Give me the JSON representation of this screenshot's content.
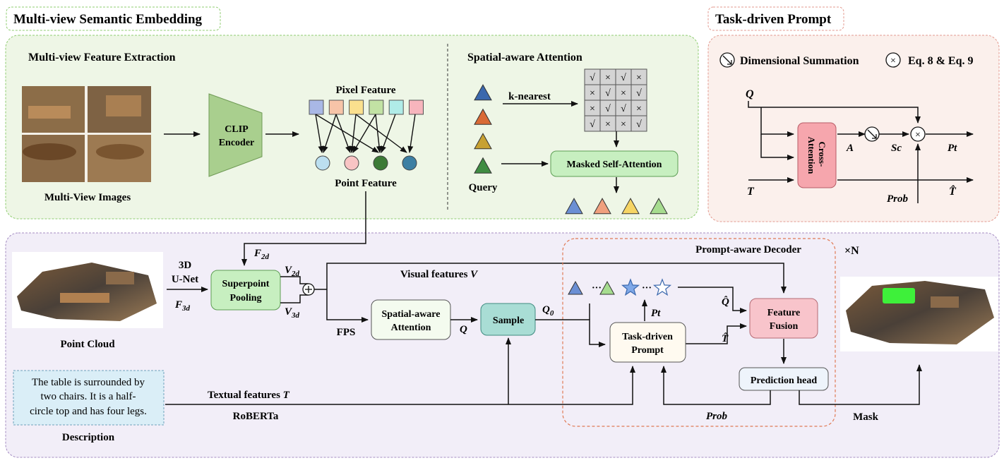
{
  "sections": {
    "semantic_embedding": "Multi-view Semantic Embedding",
    "task_prompt": "Task-driven Prompt",
    "feature_extraction": "Multi-view Feature Extraction",
    "spatial_attention": "Spatial-aware Attention"
  },
  "labels": {
    "multi_view_images": "Multi-View Images",
    "clip_line1": "CLIP",
    "clip_line2": "Encoder",
    "pixel_feature": "Pixel Feature",
    "point_feature": "Point Feature",
    "k_nearest": "k-nearest",
    "query": "Query",
    "masked_self_attention": "Masked Self-Attention",
    "matrix": [
      [
        "√",
        "×",
        "√",
        "×"
      ],
      [
        "×",
        "√",
        "×",
        "√"
      ],
      [
        "×",
        "√",
        "√",
        "×"
      ],
      [
        "√",
        "×",
        "×",
        "√"
      ]
    ],
    "dim_sum": "Dimensional Summation",
    "eq": "Eq. 8 & Eq. 9",
    "tp_Q": "Q",
    "tp_T": "T",
    "tp_cross1": "Cross-",
    "tp_cross2": "Attention",
    "tp_A": "A",
    "tp_Sc": "Sc",
    "tp_Pt": "Pt",
    "tp_Prob": "Prob",
    "tp_That": "T̂",
    "point_cloud": "Point Cloud",
    "unet_line1": "3D",
    "unet_line2": "U-Net",
    "f3d": "F3d",
    "f2d": "F2d",
    "superpoint_line1": "Superpoint",
    "superpoint_line2": "Pooling",
    "v2d": "V2d",
    "v3d": "V3d",
    "visual_features": "Visual features V",
    "fps": "FPS",
    "sa_line1": "Spatial-aware",
    "sa_line2": "Attention",
    "q": "Q",
    "sample": "Sample",
    "q0": "Q0",
    "decoder_title": "Prompt-aware Decoder",
    "times_n": "×N",
    "dots": "···",
    "pt": "Pt",
    "qhat": "Q̂",
    "that": "T̂",
    "tdp_line1": "Task-driven",
    "tdp_line2": "Prompt",
    "ff_line1": "Feature",
    "ff_line2": "Fusion",
    "prediction_head": "Prediction head",
    "prob": "Prob",
    "mask": "Mask",
    "description_lines": [
      "The table is surrounded by",
      "two chairs. It is a half-",
      "circle top and has four legs."
    ],
    "description": "Description",
    "textual_features": "Textual features T",
    "roberta": "RoBERTa"
  },
  "colors": {
    "top_panel": "#eef6e6",
    "top_border": "#8fcc70",
    "right_panel": "#fbf0ec",
    "right_border": "#e39a8f",
    "bottom_panel": "#f2eef8",
    "bottom_border": "#a48cc2",
    "clip": "#a9cf8e",
    "green_box": "#c7efc0",
    "sample_box": "#a9ddd5",
    "feature_fusion": "#f8c4cb",
    "cross_attention": "#f6a6ad",
    "description_box": "#daeef7"
  },
  "pixel_colors": [
    "#a9b8e6",
    "#f7c4a8",
    "#fbe08e",
    "#c2e2a4",
    "#b0ece8",
    "#f7b5bd"
  ],
  "point_colors": [
    "#bcdff0",
    "#f8c4c4",
    "#3c7a36",
    "#3d7fa3"
  ],
  "query_colors": [
    "#3b68ad",
    "#d96a35",
    "#c7a132",
    "#3f8c42"
  ],
  "output_colors": [
    "#6b8fd4",
    "#f0a07e",
    "#f6d565",
    "#a6dc8f"
  ]
}
